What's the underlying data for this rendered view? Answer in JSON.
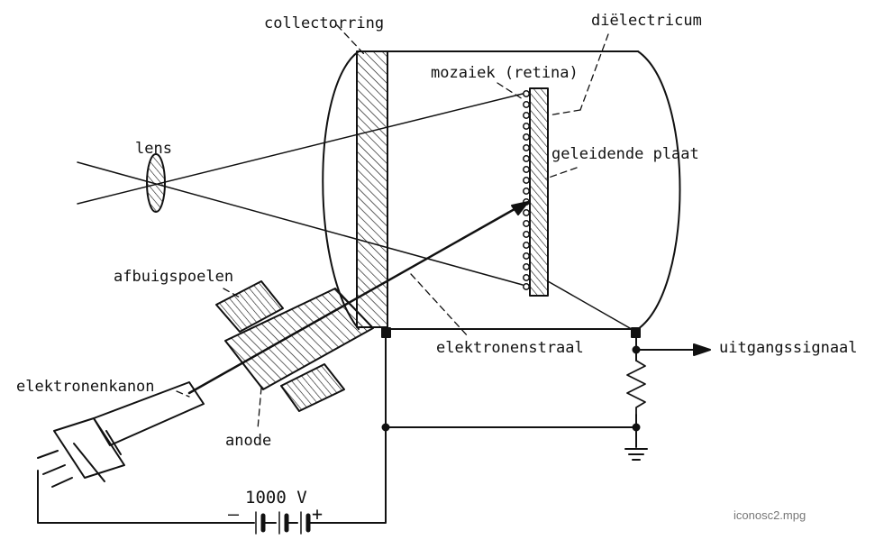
{
  "diagram": {
    "labels": {
      "collector_ring": "collectorring",
      "dielectric": "diëlectricum",
      "mosaic": "mozaiek (retina)",
      "lens": "lens",
      "conductive_plate": "geleidende plaat",
      "deflection_coils": "afbuigspoelen",
      "electron_beam": "elektronenstraal",
      "output_signal": "uitgangssignaal",
      "electron_gun": "elektronenkanon",
      "anode": "anode",
      "voltage": "1000 V",
      "minus": "–",
      "plus": "+"
    },
    "source_caption": "iconosc2.mpg"
  },
  "colors": {
    "ink": "#111111",
    "caption": "#777777",
    "background": "#ffffff"
  }
}
